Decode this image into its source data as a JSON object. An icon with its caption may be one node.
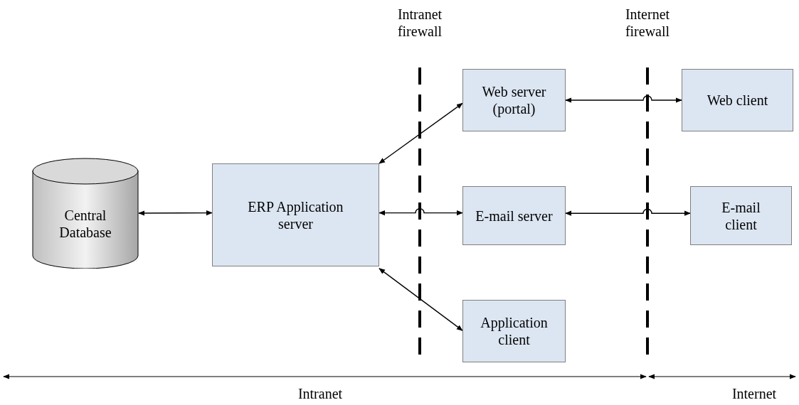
{
  "diagram": {
    "nodes": [
      {
        "text": [
          "Central Database"
        ]
      },
      {
        "text": [
          "ERP Application server"
        ]
      },
      {
        "text": [
          "Web server (portal)"
        ]
      },
      {
        "text": [
          "Web client"
        ]
      },
      {
        "text": [
          "E-mail server"
        ]
      },
      {
        "text": [
          "E-mail client"
        ]
      },
      {
        "text": [
          "Application client"
        ]
      }
    ],
    "edges": [
      {
        "from": 0,
        "to": 1,
        "arrow": "both"
      },
      {
        "from": 1,
        "to": 2,
        "arrow": "both"
      },
      {
        "from": 1,
        "to": 4,
        "arrow": "both"
      },
      {
        "from": 1,
        "to": 6,
        "arrow": "both"
      },
      {
        "from": 2,
        "to": 3,
        "arrow": "both"
      },
      {
        "from": 4,
        "to": 5,
        "arrow": "both"
      }
    ],
    "labels": [
      "Intranet firewall",
      "Internet firewall",
      "Intranet",
      "Internet"
    ]
  }
}
